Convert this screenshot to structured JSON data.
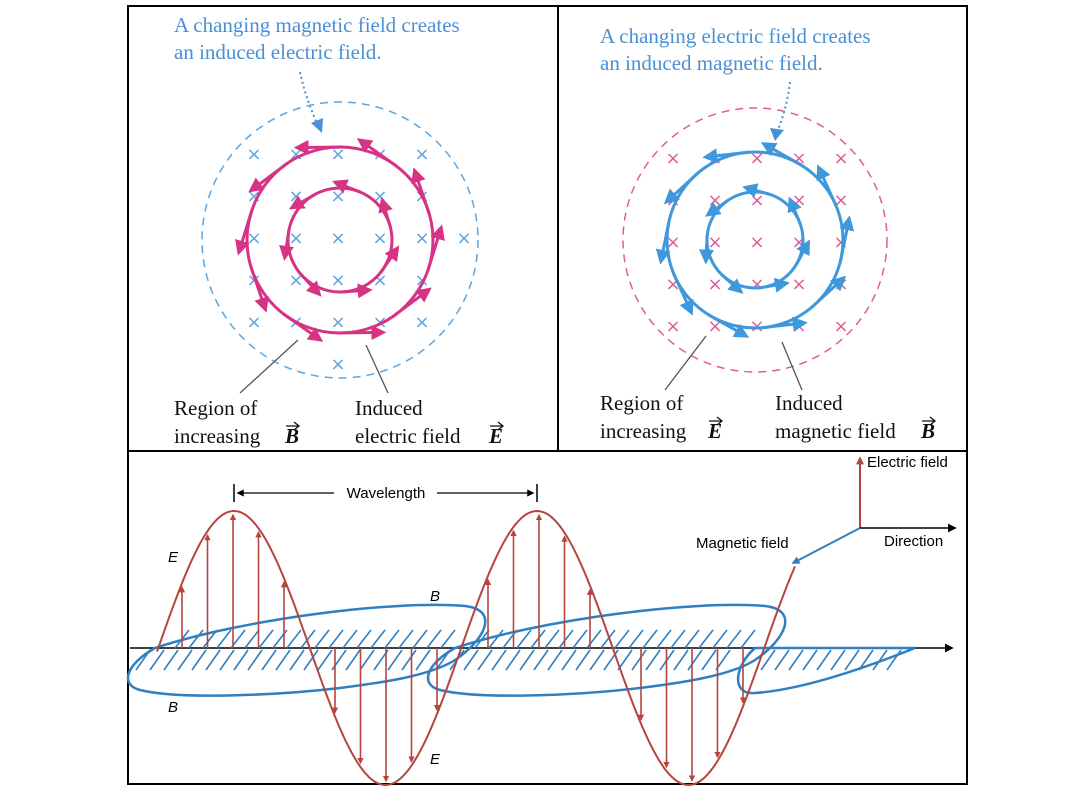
{
  "colors": {
    "pink": "#d63384",
    "blue": "#3f97dc",
    "red_wave": "#b5453f",
    "blue_wave": "#2f7fc1",
    "caption": "#4a90d6",
    "frame": "#000000"
  },
  "panel_left": {
    "caption_line1": "A changing magnetic field creates",
    "caption_line2": "an induced electric field.",
    "label_region_line1": "Region of",
    "label_region_line2": "increasing",
    "label_region_symbol": "B",
    "label_induced_line1": "Induced",
    "label_induced_line2": "electric field",
    "label_induced_symbol": "E",
    "marker_glyph": "×"
  },
  "panel_right": {
    "caption_line1": "A changing electric field creates",
    "caption_line2": "an induced magnetic field.",
    "label_region_line1": "Region of",
    "label_region_line2": "increasing",
    "label_region_symbol": "E",
    "label_induced_line1": "Induced",
    "label_induced_line2": "magnetic field",
    "label_induced_symbol": "B",
    "marker_glyph": "×"
  },
  "wave_panel": {
    "wavelength_label": "Wavelength",
    "electric_field_label": "Electric field",
    "magnetic_field_label": "Magnetic field",
    "direction_label": "Direction",
    "e_label_upper": "E",
    "e_label_lower": "E",
    "b_label_upper": "B",
    "b_label_lower": "B"
  }
}
